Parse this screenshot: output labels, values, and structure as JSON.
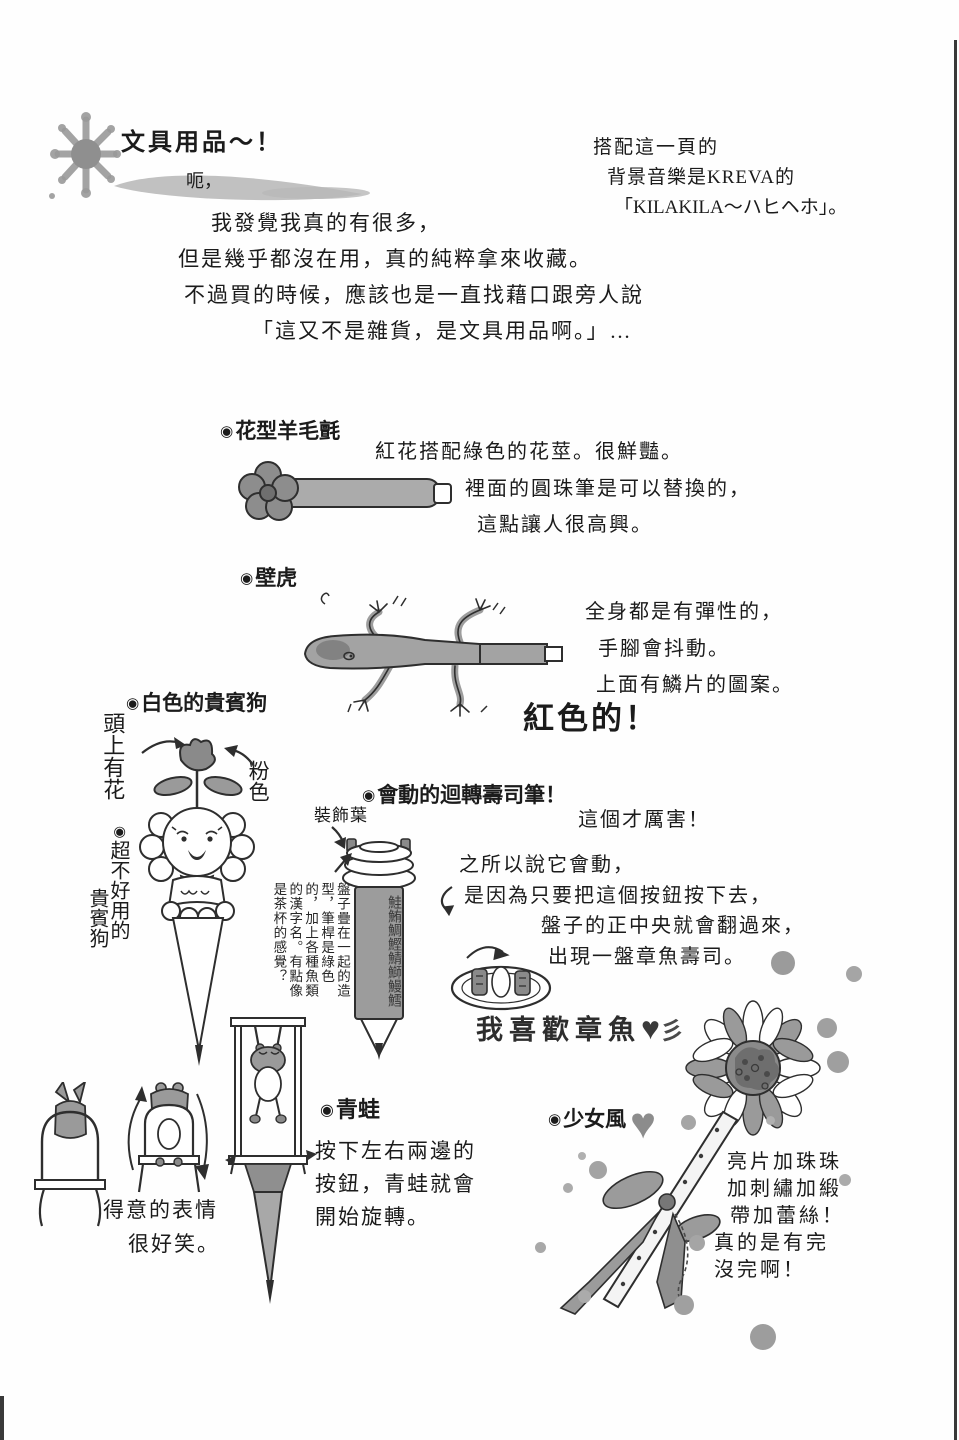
{
  "icons": {
    "bullet": "◉",
    "heart": "♥",
    "sparkle": "彡"
  },
  "header": {
    "title": "文具用品～！",
    "interjection": "呃，",
    "intro_lines": [
      "我發覺我真的有很多，",
      "但是幾乎都沒在用，真的純粹拿來收藏。",
      "不過買的時候，應該也是一直找藉口跟旁人說",
      "「這又不是雜貨，是文具用品啊。」…"
    ],
    "music_lines": [
      "搭配這一頁的",
      "背景音樂是KREVA的",
      "「KILAKILA～ハヒヘホ」。"
    ]
  },
  "flower_felt": {
    "heading": "花型羊毛氈",
    "line1": "紅花搭配綠色的花莖。很鮮豔。",
    "line2": "裡面的圓珠筆是可以替換的，",
    "line3": "這點讓人很高興。"
  },
  "gecko": {
    "heading": "壁虎",
    "line1": "全身都是有彈性的，",
    "line2": "手腳會抖動。",
    "line3": "上面有鱗片的圖案。",
    "emphasis": "紅色的！"
  },
  "poodle": {
    "heading": "白色的貴賓狗",
    "label_flower": "頭上有花",
    "label_pink": "粉色",
    "vertical_note_col1": "超不好用的",
    "vertical_note_col2": "貴賓狗"
  },
  "sushi": {
    "heading": "會動的迴轉壽司筆！",
    "label_leaf": "裝飾葉",
    "aside": "這個才厲害！",
    "vertical_note": "盤子疊在一起的造型，筆桿是綠色的，加上各種魚類的漢字名。有點像是茶杯的感覺？",
    "line1": "之所以說它會動，",
    "line2": "是因為只要把這個按鈕按下去，",
    "line3": "盤子的正中央就會翻過來，",
    "line4": "出現一盤章魚壽司。",
    "love": "我喜歡章魚",
    "pen_pattern": "鮭鮪鯛鰹鯖鰤鰻鱈"
  },
  "frog": {
    "heading": "青蛙",
    "line1": "按下左右兩邊的",
    "line2": "按鈕，青蛙就會",
    "line3": "開始旋轉。",
    "caption1": "得意的表情",
    "caption2": "很好笑。"
  },
  "girly": {
    "heading": "少女風",
    "line1": "亮片加珠珠",
    "line2": "加刺繡加緞",
    "line3": "帶加蕾絲！",
    "line4": "真的是有完",
    "line5": "沒完啊！"
  }
}
